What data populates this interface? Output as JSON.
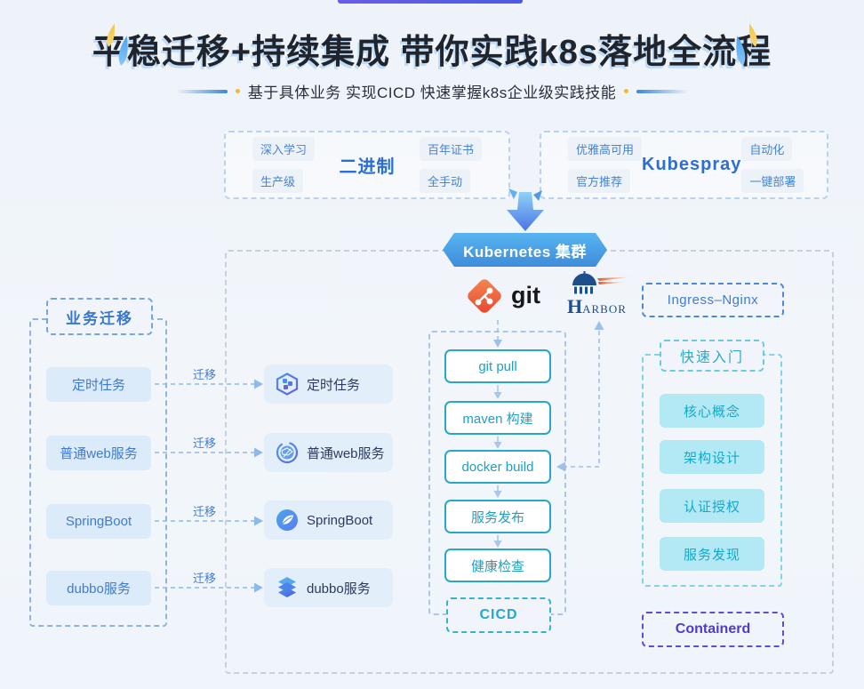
{
  "header": {
    "title": "平稳迁移+持续集成 带你实践k8s落地全流程",
    "subtitle": "基于具体业务 实现CICD 快速掌握k8s企业级实践技能"
  },
  "install_methods": {
    "binary": {
      "name": "二进制",
      "tags_left": [
        "深入学习",
        "生产级"
      ],
      "tags_right": [
        "百年证书",
        "全手动"
      ]
    },
    "kubespray": {
      "name": "Kubespray",
      "tags_left": [
        "优雅高可用",
        "官方推荐"
      ],
      "tags_right": [
        "自动化",
        "一键部署"
      ]
    }
  },
  "cluster": {
    "banner_label": "Kubernetes 集群"
  },
  "migration": {
    "group_title": "业务迁移",
    "arrow_label": "迁移",
    "items": [
      {
        "source": "定时任务",
        "target": "定时任务",
        "icon": "hexagon-cube-icon"
      },
      {
        "source": "普通web服务",
        "target": "普通web服务",
        "icon": "globe-icon"
      },
      {
        "source": "SpringBoot",
        "target": "SpringBoot",
        "icon": "spring-leaf-icon"
      },
      {
        "source": "dubbo服务",
        "target": "dubbo服务",
        "icon": "layers-icon"
      }
    ]
  },
  "pipeline": {
    "git_label": "git",
    "harbor_initial": "H",
    "harbor_rest": "ARBOR",
    "steps": [
      "git pull",
      "maven 构建",
      "docker build",
      "服务发布",
      "健康检查"
    ],
    "group_title": "CICD"
  },
  "sidebar_right": {
    "ingress_label": "Ingress–Nginx",
    "quickstart": {
      "title": "快速入门",
      "items": [
        "核心概念",
        "架构设计",
        "认证授权",
        "服务发现"
      ]
    },
    "containerd_label": "Containerd"
  },
  "colors": {
    "page_bg": "#f1f5fb",
    "primary_blue": "#3a77cc",
    "banner_gradient_top": "#57b5f1",
    "banner_gradient_bottom": "#3e8cda",
    "pipeline_cyan": "#1f9fc4",
    "quickstart_cyan_bg": "#b3e9f5",
    "containerd_purple": "#4a3ec8",
    "git_orange": "#f05133",
    "harbor_navy": "#1f4e8c",
    "tag_blue": "#4584d6",
    "accent_yellow": "#f0b83c"
  }
}
